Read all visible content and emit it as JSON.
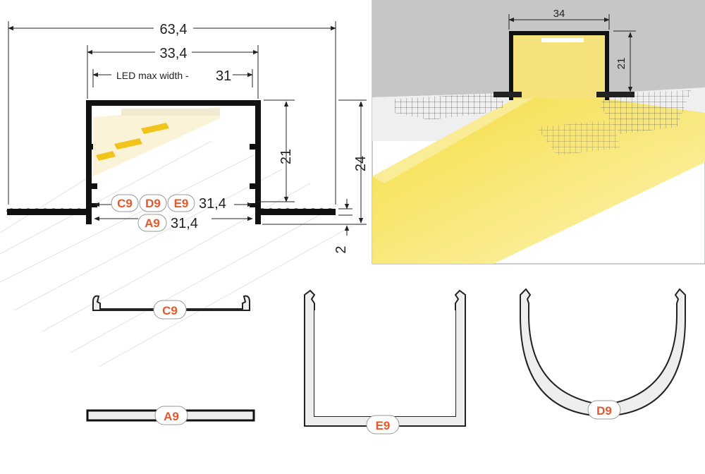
{
  "dimensions": {
    "total_width": "63,4",
    "inner_width": "33,4",
    "led_max_width_label": "LED max width - ",
    "led_max_width_value": "31",
    "height_inner": "21",
    "height_total": "24",
    "flange": "2",
    "cover_width_a": "31,4",
    "cover_width_a9": "31,4"
  },
  "photo": {
    "width": "34",
    "height": "21"
  },
  "covers": {
    "c9": "C9",
    "d9": "D9",
    "e9": "E9",
    "a9": "A9"
  },
  "colors": {
    "profile": "#111111",
    "code": "#e8572a",
    "led": "#f5d84a",
    "light": "#f7ea9a",
    "wall": "#c9c9c9"
  }
}
